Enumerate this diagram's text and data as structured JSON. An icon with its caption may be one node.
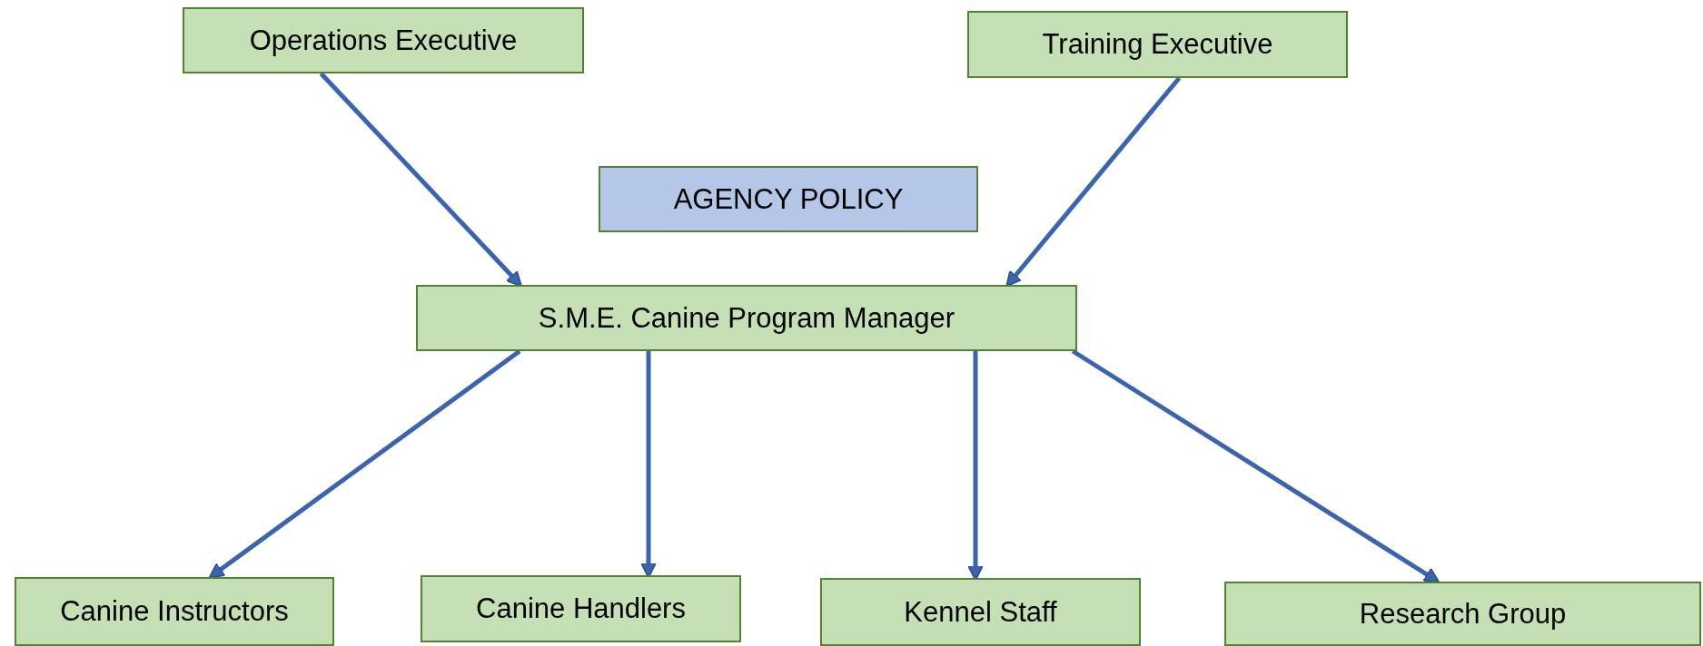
{
  "diagram": {
    "nodes": [
      {
        "text": [
          "Operations Executive"
        ]
      },
      {
        "text": [
          "Training Executive"
        ]
      },
      {
        "text": [
          "AGENCY POLICY"
        ]
      },
      {
        "text": [
          "S.M.E. Canine Program Manager"
        ]
      },
      {
        "text": [
          "Canine Instructors"
        ]
      },
      {
        "text": [
          "Canine Handlers"
        ]
      },
      {
        "text": [
          "Kennel Staff"
        ]
      },
      {
        "text": [
          "Research Group"
        ]
      }
    ],
    "edges": [
      {
        "from": 0,
        "to": 3,
        "arrow": "to"
      },
      {
        "from": 1,
        "to": 3,
        "arrow": "to"
      },
      {
        "from": 3,
        "to": 4,
        "arrow": "to"
      },
      {
        "from": 3,
        "to": 5,
        "arrow": "to"
      },
      {
        "from": 3,
        "to": 6,
        "arrow": "to"
      },
      {
        "from": 3,
        "to": 7,
        "arrow": "to"
      }
    ]
  }
}
